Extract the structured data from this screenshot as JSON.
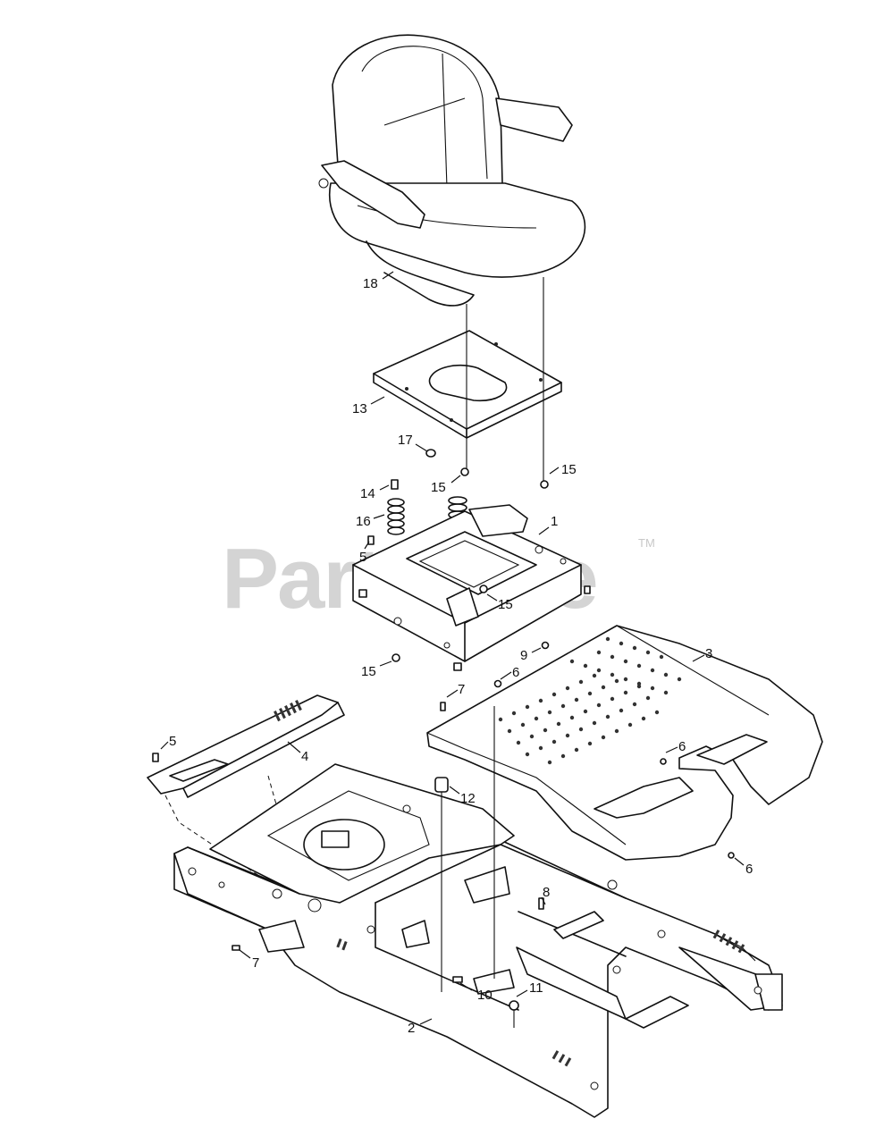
{
  "watermark": {
    "text": "PartsTree",
    "trademark": "TM"
  },
  "callouts": [
    {
      "id": "c18",
      "label": "18"
    },
    {
      "id": "c13",
      "label": "13"
    },
    {
      "id": "c17",
      "label": "17"
    },
    {
      "id": "c15a",
      "label": "15"
    },
    {
      "id": "c15b",
      "label": "15"
    },
    {
      "id": "c14",
      "label": "14"
    },
    {
      "id": "c16",
      "label": "16"
    },
    {
      "id": "c1",
      "label": "1"
    },
    {
      "id": "c5a",
      "label": "5"
    },
    {
      "id": "c15c",
      "label": "15"
    },
    {
      "id": "c15d",
      "label": "15"
    },
    {
      "id": "c9",
      "label": "9"
    },
    {
      "id": "c3",
      "label": "3"
    },
    {
      "id": "c6a",
      "label": "6"
    },
    {
      "id": "c7a",
      "label": "7"
    },
    {
      "id": "c5b",
      "label": "5"
    },
    {
      "id": "c4",
      "label": "4"
    },
    {
      "id": "c6b",
      "label": "6"
    },
    {
      "id": "c12",
      "label": "12"
    },
    {
      "id": "c6c",
      "label": "6"
    },
    {
      "id": "c8",
      "label": "8"
    },
    {
      "id": "c7b",
      "label": "7"
    },
    {
      "id": "c10",
      "label": "10"
    },
    {
      "id": "c11",
      "label": "11"
    },
    {
      "id": "c2",
      "label": "2"
    }
  ]
}
